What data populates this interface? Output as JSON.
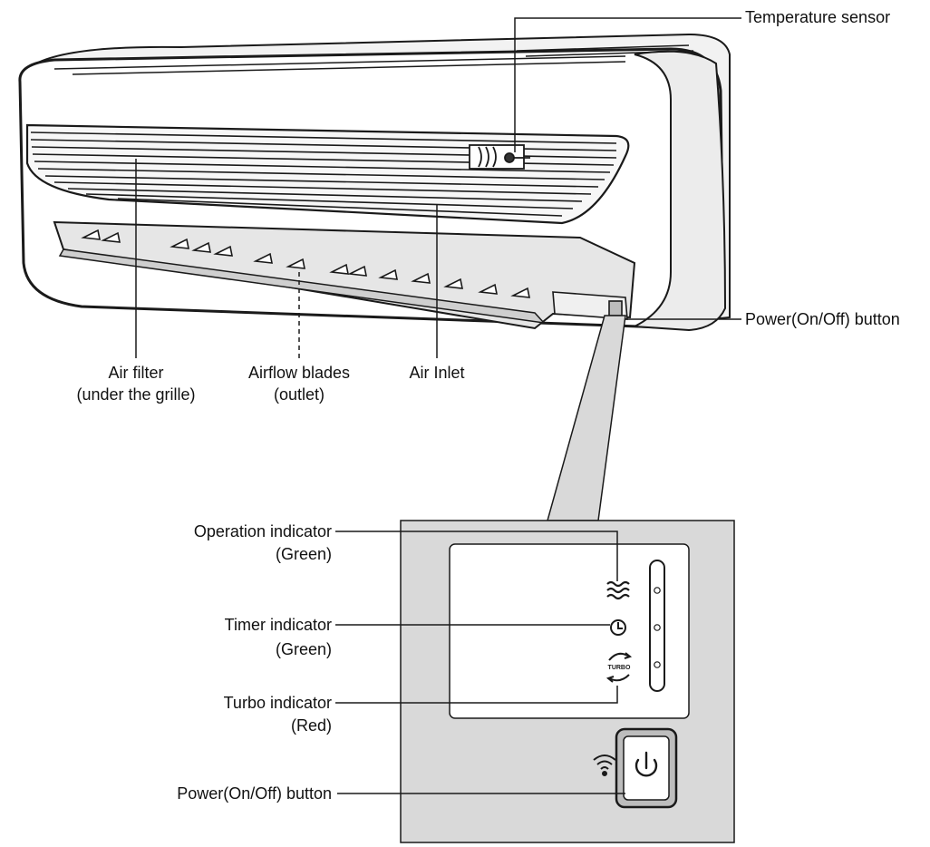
{
  "labels": {
    "temperature_sensor": "Temperature sensor",
    "power_button_top": "Power(On/Off) button",
    "air_filter_line1": "Air filter",
    "air_filter_line2": "(under the grille)",
    "airflow_blades_line1": "Airflow blades",
    "airflow_blades_line2": "(outlet)",
    "air_inlet": "Air Inlet",
    "operation_indicator_line1": "Operation indicator",
    "operation_indicator_line2": "(Green)",
    "timer_indicator_line1": "Timer indicator",
    "timer_indicator_line2": "(Green)",
    "turbo_indicator_line1": "Turbo indicator",
    "turbo_indicator_line2": "(Red)",
    "power_button_panel": "Power(On/Off) button"
  },
  "panel": {
    "turbo_badge": "TURBO"
  },
  "colors": {
    "stroke": "#1a1a1a",
    "body_fill": "#ffffff",
    "shade": "#e6e6e6",
    "panel_fill": "#d9d9d9",
    "display_fill": "#ffffff",
    "button_fill": "#bdbdbd"
  }
}
